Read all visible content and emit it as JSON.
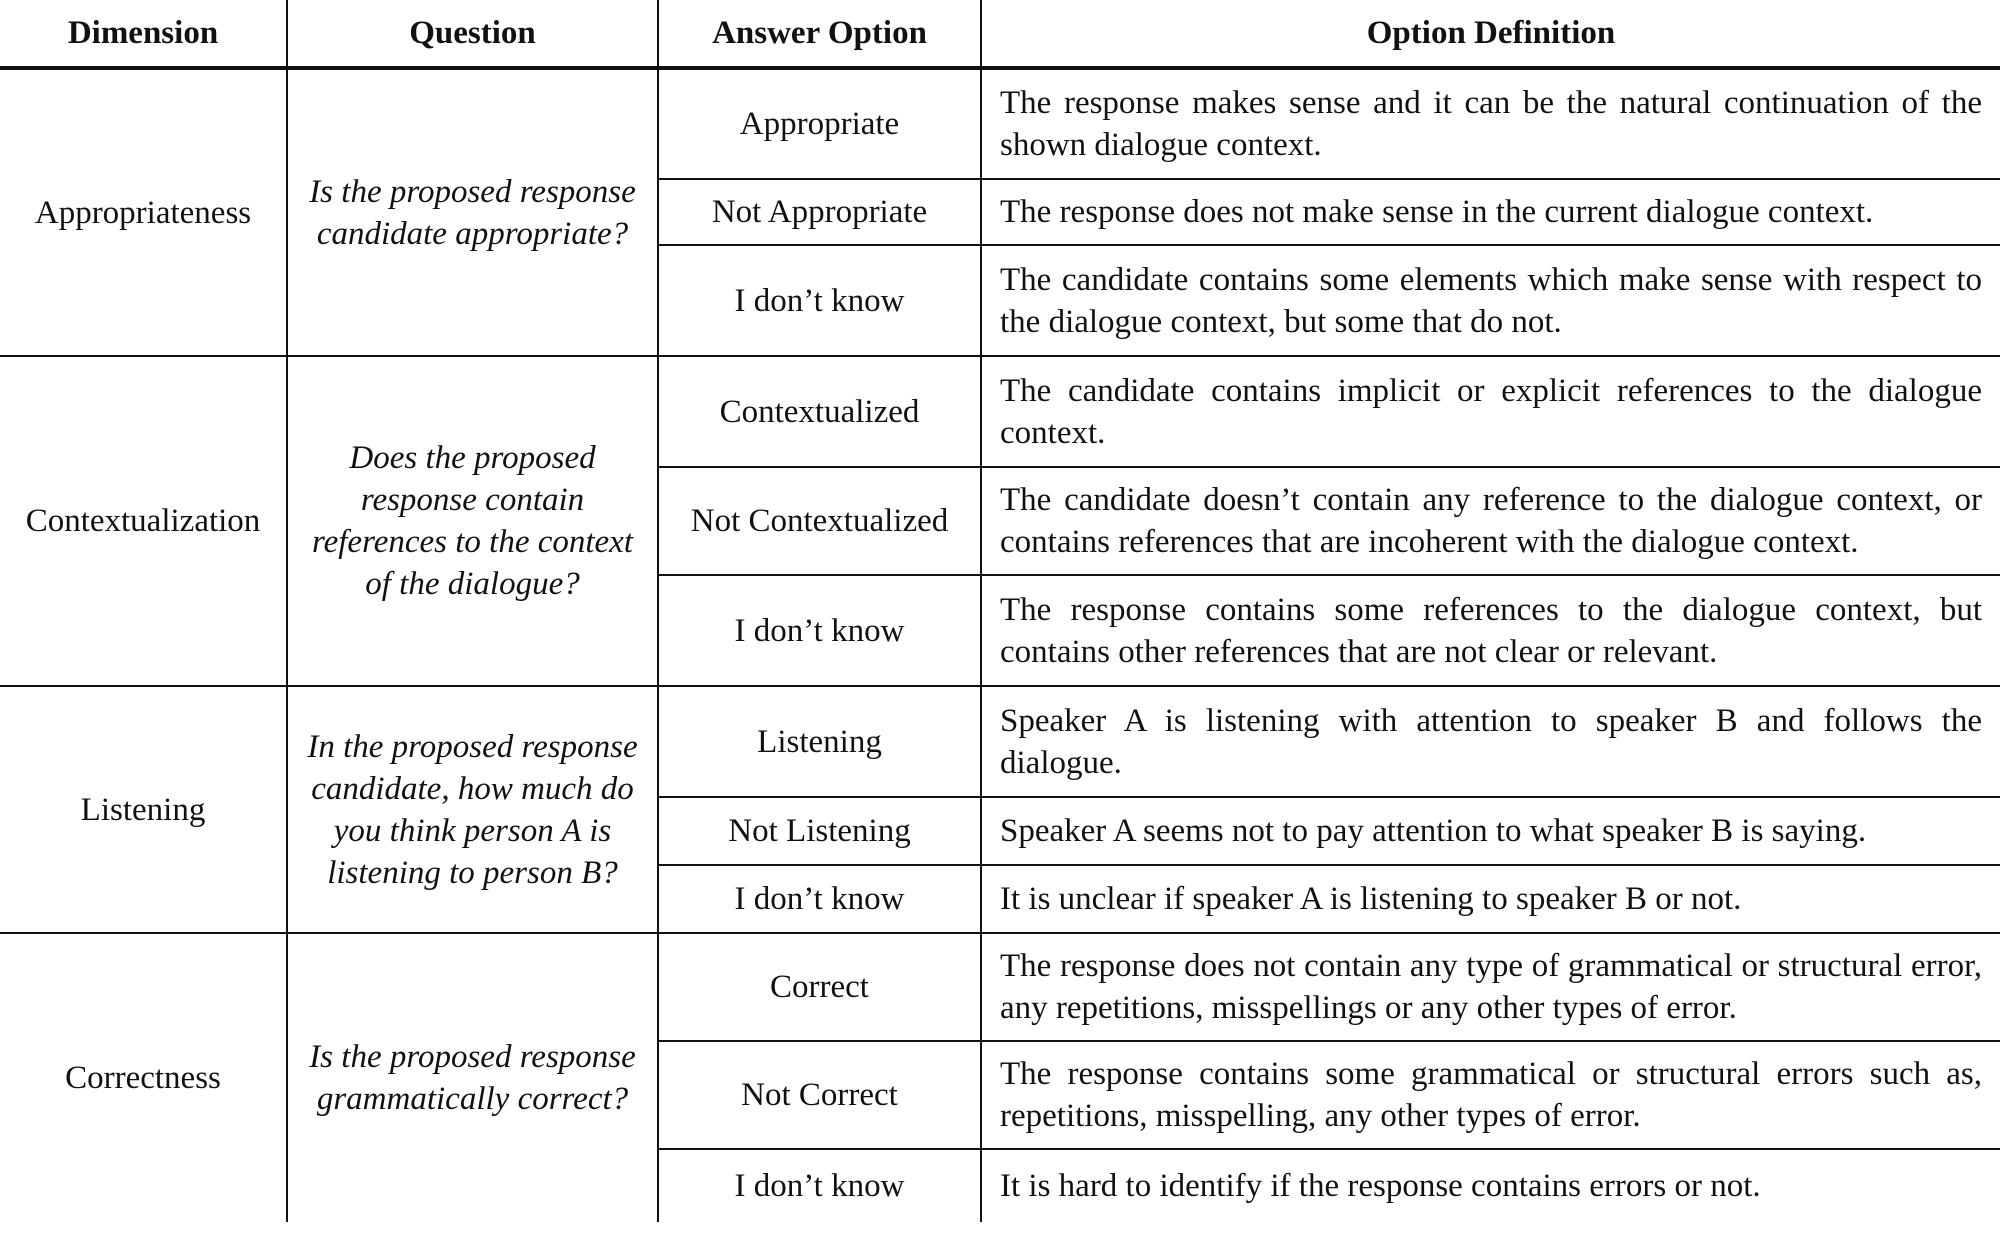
{
  "headers": {
    "dimension": "Dimension",
    "question": "Question",
    "answer_option": "Answer Option",
    "option_definition": "Option Definition"
  },
  "groups": [
    {
      "dimension": "Appropriateness",
      "question": "Is the proposed response candidate appropriate?",
      "options": [
        {
          "answer": "Appropriate",
          "definition": "The response makes sense and it can be the natural continuation of the shown dialogue context."
        },
        {
          "answer": "Not Appropriate",
          "definition": "The response does not make sense in the current dialogue context."
        },
        {
          "answer": "I don’t know",
          "definition": "The candidate contains some elements which make sense with respect to the dialogue context, but some that do not."
        }
      ]
    },
    {
      "dimension": "Contextualization",
      "question": "Does the proposed response contain references to the context of the dialogue?",
      "options": [
        {
          "answer": "Contextualized",
          "definition": "The candidate contains implicit or explicit references to the dialogue context."
        },
        {
          "answer": "Not Contextualized",
          "definition": "The candidate doesn’t contain any reference to the dialogue context, or contains references that are incoherent with the dialogue context."
        },
        {
          "answer": "I don’t know",
          "definition": "The response contains some references to the dialogue context, but contains other references that are not clear or relevant."
        }
      ]
    },
    {
      "dimension": "Listening",
      "question": "In the proposed response candidate, how much do you think person A is listening to person B?",
      "options": [
        {
          "answer": "Listening",
          "definition": "Speaker A is listening with attention to speaker B and follows the dialogue."
        },
        {
          "answer": "Not Listening",
          "definition": "Speaker A seems not to pay attention to what speaker B is saying."
        },
        {
          "answer": "I don’t know",
          "definition": "It is unclear if speaker A is listening to speaker B or not."
        }
      ]
    },
    {
      "dimension": "Correctness",
      "question": "Is the proposed response grammatically correct?",
      "options": [
        {
          "answer": "Correct",
          "definition": "The response does not contain any type of grammatical or structural error, any repetitions, misspellings or any other types of error."
        },
        {
          "answer": "Not Correct",
          "definition": "The response contains some grammatical or structural errors such as, repetitions, misspelling, any other types of error."
        },
        {
          "answer": "I don’t know",
          "definition": "It is hard to identify if the response contains errors or not."
        }
      ]
    }
  ]
}
